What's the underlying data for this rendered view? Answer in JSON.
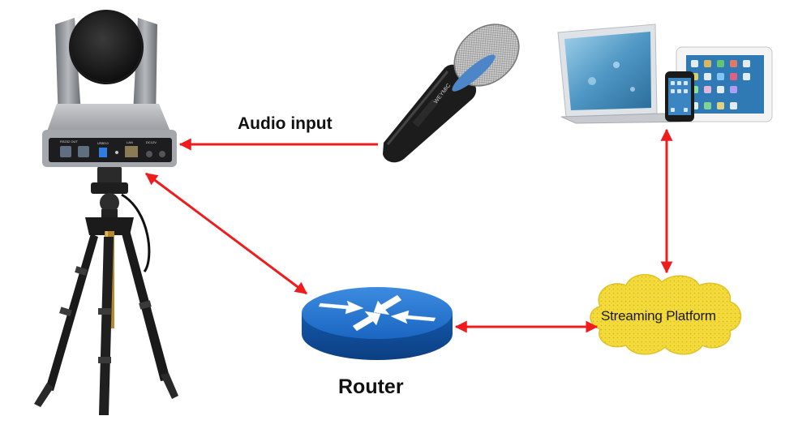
{
  "diagram": {
    "labels": {
      "audio_input": "Audio input",
      "router": "Router",
      "streaming_platform": "Streaming Platform"
    },
    "camera": {
      "rear_panel_labels": [
        "RS232 OUT",
        "USB3.0",
        "LAN",
        "DC12V"
      ]
    },
    "microphone": {
      "brand": "WEYMIC"
    },
    "colors": {
      "arrow": "#ee1c1c",
      "router_blue": "#1560b8",
      "cloud_yellow": "#f3dc3c",
      "camera_gray": "#8a8d92"
    },
    "nodes": [
      {
        "id": "camera",
        "icon": "ptz-camera-icon"
      },
      {
        "id": "tripod",
        "icon": "tripod-icon"
      },
      {
        "id": "microphone",
        "icon": "microphone-icon"
      },
      {
        "id": "devices",
        "icon": "laptop-tablet-phone-icon"
      },
      {
        "id": "router",
        "icon": "router-icon"
      },
      {
        "id": "streaming_platform",
        "icon": "cloud-icon"
      }
    ],
    "connections": [
      {
        "from": "microphone",
        "to": "camera",
        "label": "Audio input",
        "direction": "one-way"
      },
      {
        "from": "camera",
        "to": "router",
        "direction": "two-way"
      },
      {
        "from": "router",
        "to": "streaming_platform",
        "direction": "two-way"
      },
      {
        "from": "streaming_platform",
        "to": "devices",
        "direction": "two-way"
      }
    ]
  }
}
